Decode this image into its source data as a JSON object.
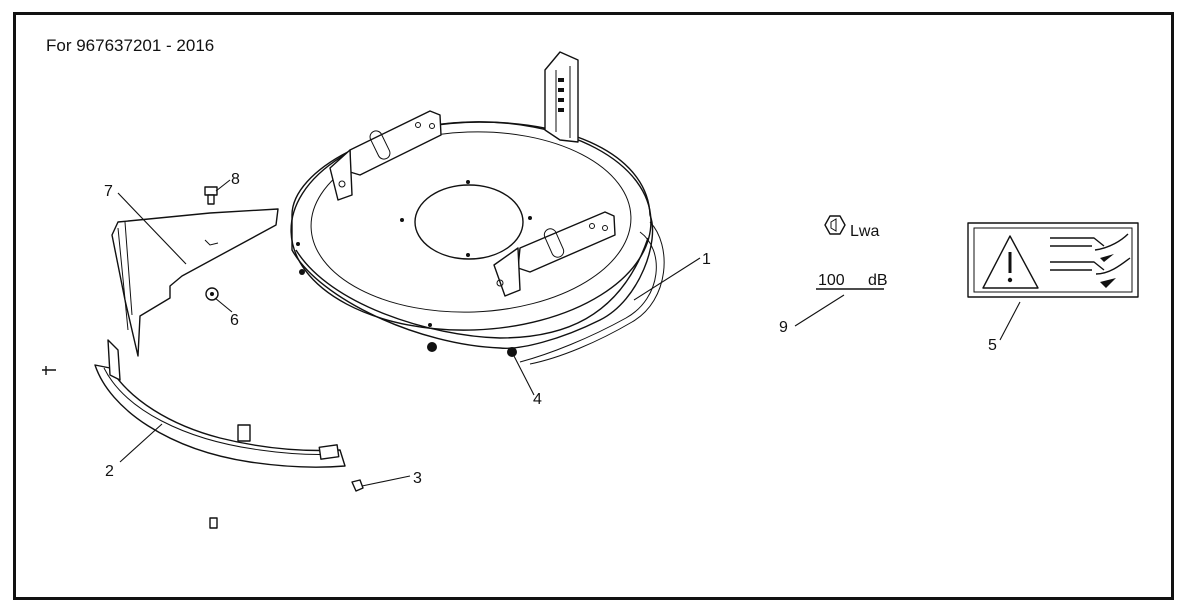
{
  "header": {
    "model_label": "For  967637201 - 2016"
  },
  "callouts": {
    "c1": "1",
    "c2": "2",
    "c3": "3",
    "c4": "4",
    "c5": "5",
    "c6": "6",
    "c7": "7",
    "c8": "8",
    "c9": "9"
  },
  "noise_decal": {
    "lwa_label": "Lwa",
    "value": "100",
    "unit": "dB"
  },
  "icons": {
    "warning": "warning-triangle-icon",
    "hand_hazard": "hand-hazard-icon",
    "sound_level": "sound-level-icon"
  }
}
